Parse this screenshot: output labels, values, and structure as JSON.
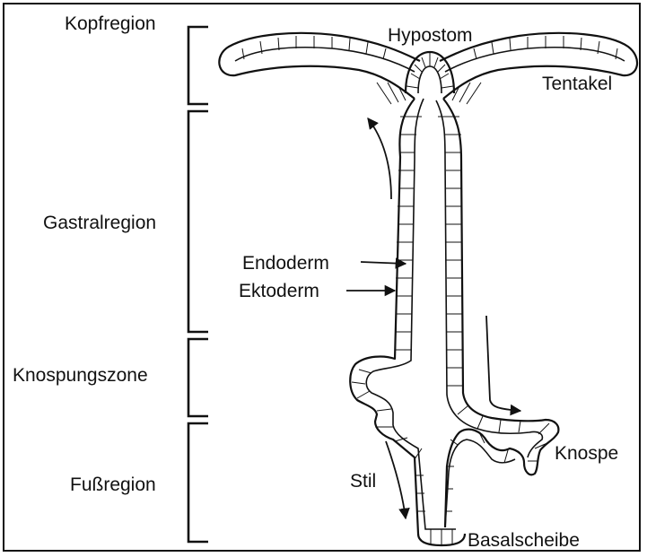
{
  "labels": {
    "kopfregion": "Kopfregion",
    "gastralregion": "Gastralregion",
    "knospungszone": "Knospungszone",
    "fussregion": "Fußregion",
    "hypostom": "Hypostom",
    "tentakel": "Tentakel",
    "endoderm": "Endoderm",
    "ektoderm": "Ektoderm",
    "stil": "Stil",
    "knospe": "Knospe",
    "basalscheibe": "Basalscheibe"
  }
}
